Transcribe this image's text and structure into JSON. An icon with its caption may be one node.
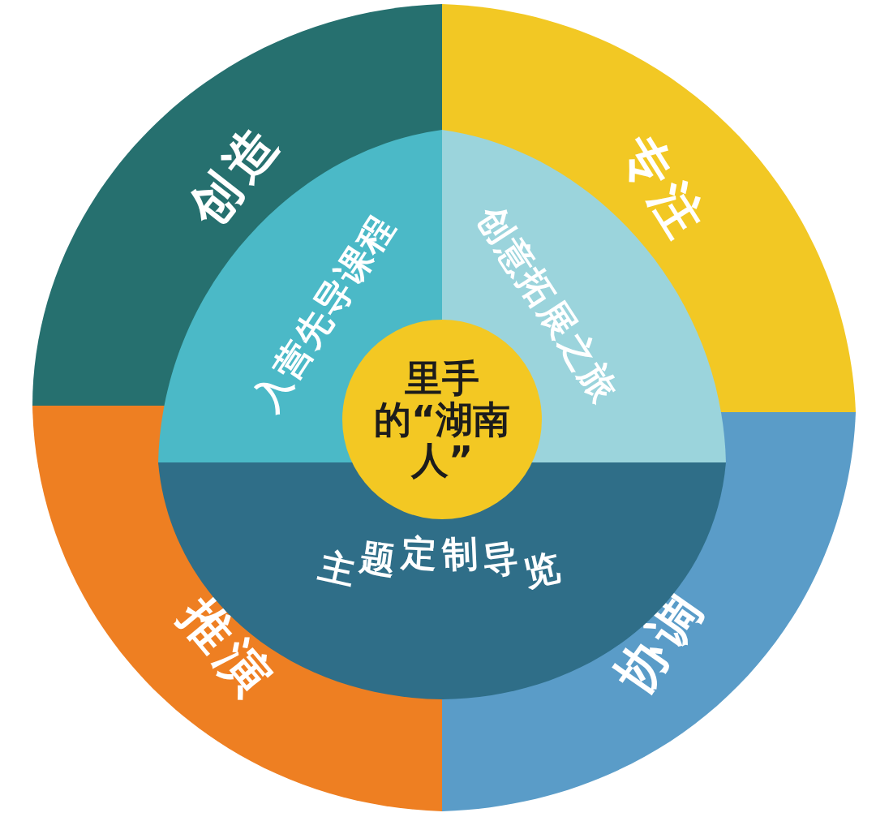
{
  "diagram": {
    "nodes": [
      {
        "text": [
          "创造"
        ]
      },
      {
        "text": [
          "专注"
        ]
      },
      {
        "text": [
          "入营先导课程"
        ]
      },
      {
        "text": [
          "创意拓展之旅"
        ]
      },
      {
        "text": [
          "里手的“湖南人”"
        ]
      },
      {
        "text": [
          "主题定制导览"
        ]
      },
      {
        "text": [
          "推演"
        ]
      },
      {
        "text": [
          "协调"
        ]
      }
    ]
  }
}
